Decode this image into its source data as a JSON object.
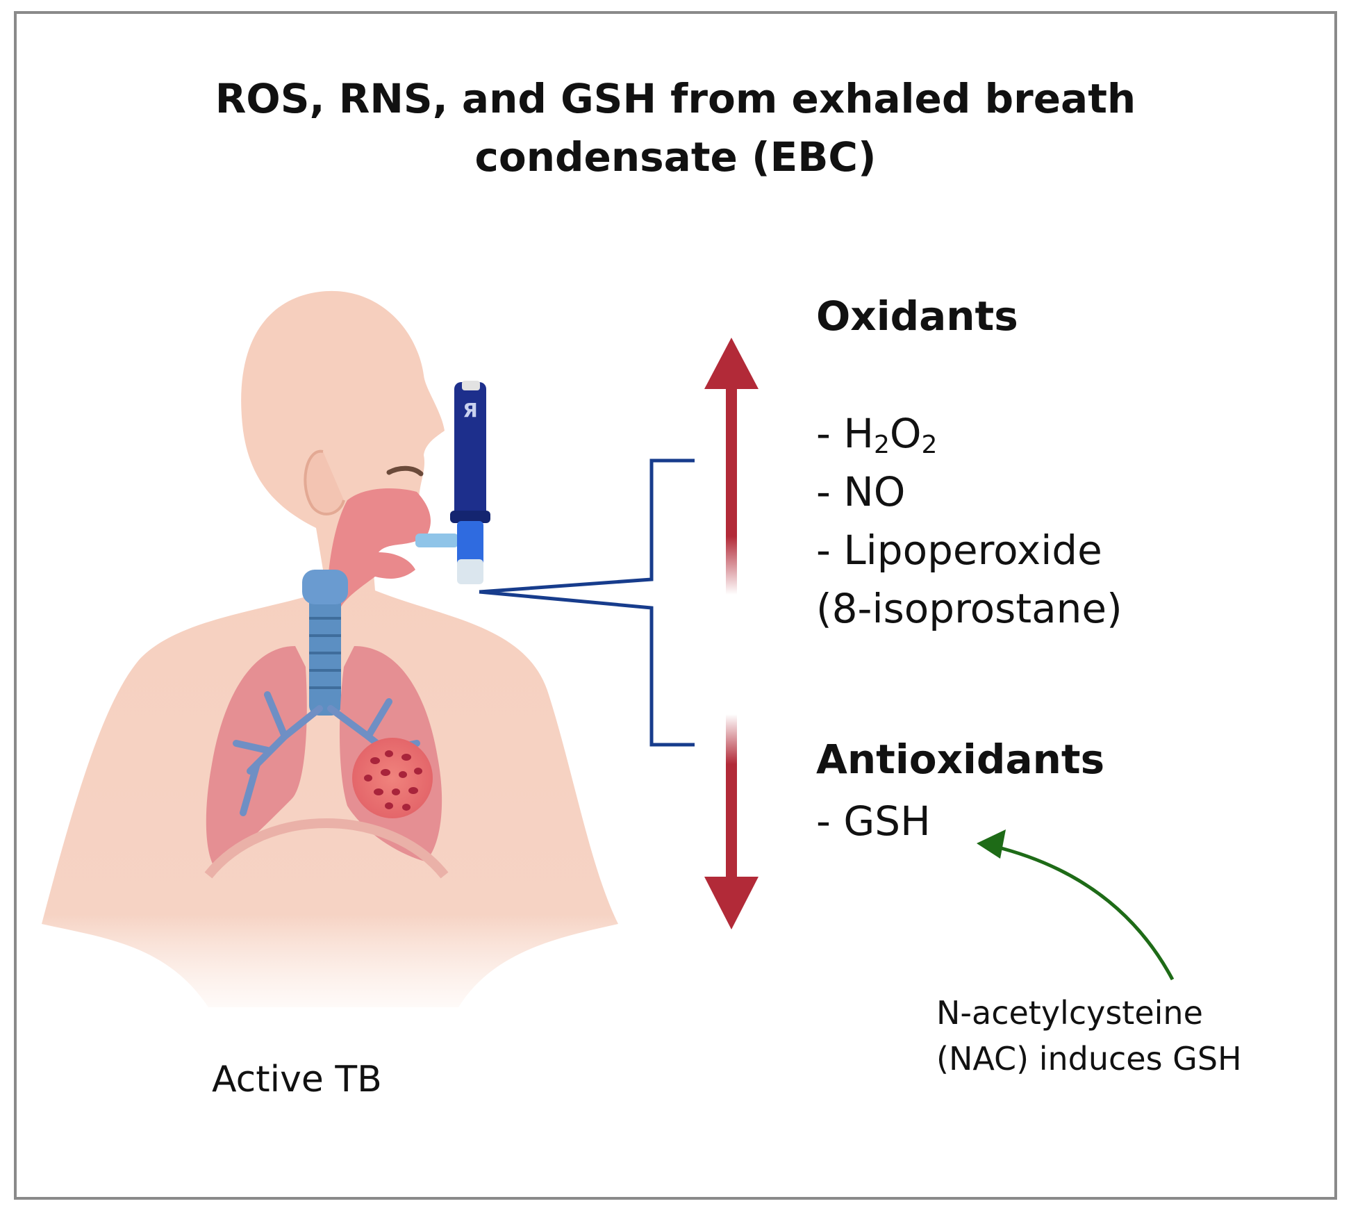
{
  "title": {
    "line1": "ROS, RNS, and GSH from exhaled breath",
    "line2": "condensate (EBC)"
  },
  "oxidants": {
    "heading": "Oxidants",
    "items": [
      {
        "prefix": "- H",
        "sub1": "2",
        "mid": "O",
        "sub2": "2"
      },
      {
        "text": "- NO"
      },
      {
        "text": "- Lipoperoxide"
      },
      {
        "text": "(8-isoprostane)"
      }
    ]
  },
  "antioxidants": {
    "heading": "Antioxidants",
    "items": [
      {
        "text": "- GSH"
      }
    ]
  },
  "person_label": "Active TB",
  "nac_note": {
    "line1": "N-acetylcysteine",
    "line2": "(NAC) induces GSH"
  },
  "colors": {
    "arrow_red": "#b22a38",
    "bracket_blue": "#173c8c",
    "nac_arrow_green": "#1e6b17",
    "skin": "#f6cfbe",
    "lung": "#e58f93",
    "trachea": "#5c8fc2",
    "device": "#1d2f8c"
  },
  "icons": {
    "person": "human-torso-lungs-icon",
    "device": "ebc-collection-device-icon"
  }
}
